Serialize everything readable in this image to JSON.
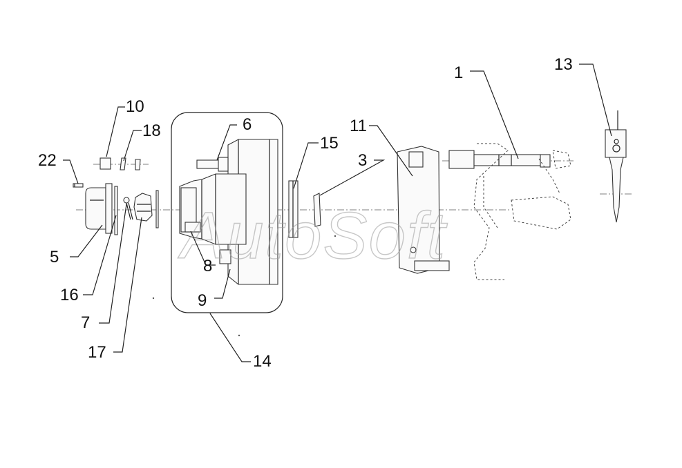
{
  "diagram": {
    "callouts": [
      {
        "id": "c1",
        "text": "1"
      },
      {
        "id": "c3",
        "text": "3"
      },
      {
        "id": "c5",
        "text": "5"
      },
      {
        "id": "c6",
        "text": "6"
      },
      {
        "id": "c7",
        "text": "7"
      },
      {
        "id": "c8",
        "text": "8"
      },
      {
        "id": "c9",
        "text": "9"
      },
      {
        "id": "c10",
        "text": "10"
      },
      {
        "id": "c11",
        "text": "11"
      },
      {
        "id": "c13",
        "text": "13"
      },
      {
        "id": "c14",
        "text": "14"
      },
      {
        "id": "c15",
        "text": "15"
      },
      {
        "id": "c16",
        "text": "16"
      },
      {
        "id": "c17",
        "text": "17"
      },
      {
        "id": "c18",
        "text": "18"
      },
      {
        "id": "c22",
        "text": "22"
      }
    ],
    "watermark": "AutoSoft"
  }
}
